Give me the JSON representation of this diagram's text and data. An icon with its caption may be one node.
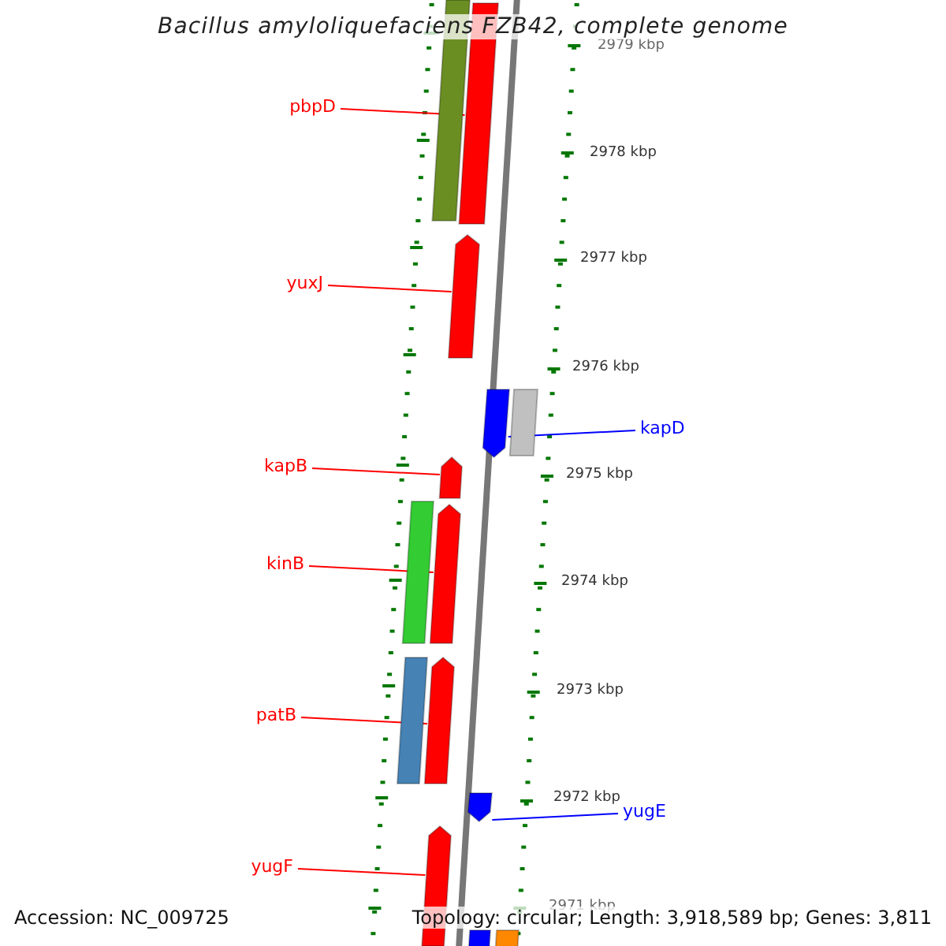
{
  "diagram": {
    "title": "Bacillus amyloliquefaciens FZB42, complete genome",
    "nodes": [
      {
        "text": [
          "pbpD"
        ]
      },
      {
        "text": [],
        "shape": "bar"
      },
      {
        "text": [
          "yuxJ"
        ]
      },
      {
        "text": [],
        "shape": "bar"
      },
      {
        "text": [
          "kapD"
        ]
      },
      {
        "text": [],
        "shape": "bar"
      },
      {
        "text": [
          "kapB"
        ]
      },
      {
        "text": [],
        "shape": "bar"
      },
      {
        "text": [
          "kinB"
        ]
      },
      {
        "text": [],
        "shape": "bar"
      },
      {
        "text": [
          "patB"
        ]
      },
      {
        "text": [],
        "shape": "bar"
      },
      {
        "text": [
          "yugE"
        ]
      },
      {
        "text": [],
        "shape": "bar"
      },
      {
        "text": [
          "yugF"
        ]
      },
      {
        "text": [],
        "shape": "bar"
      },
      {
        "text": [],
        "shape": "bar"
      },
      {
        "text": [],
        "shape": "bar"
      },
      {
        "text": [],
        "shape": "bar"
      },
      {
        "text": [],
        "shape": "bar"
      },
      {
        "text": [],
        "shape": "bar"
      },
      {
        "text": [],
        "shape": "bar"
      }
    ],
    "edges": [
      {
        "from": 0,
        "to": 1,
        "arrow": "none"
      },
      {
        "from": 2,
        "to": 3,
        "arrow": "none"
      },
      {
        "from": 4,
        "to": 5,
        "arrow": "none",
        "color": "#0000ff"
      },
      {
        "from": 6,
        "to": 7,
        "arrow": "none"
      },
      {
        "from": 8,
        "to": 9,
        "arrow": "none"
      },
      {
        "from": 10,
        "to": 11,
        "arrow": "none"
      },
      {
        "from": 12,
        "to": 13,
        "arrow": "none",
        "color": "#0000ff"
      },
      {
        "from": 14,
        "to": 15,
        "arrow": "none"
      }
    ],
    "labels": [
      "2979 kbp",
      "2978 kbp",
      "2977 kbp",
      "2976 kbp",
      "2975 kbp",
      "2974 kbp",
      "2973 kbp",
      "2972 kbp",
      "2971 kbp",
      "Accession: NC_009725",
      "Topology: circular; Length: 3,918,589 bp; Genes: 3,811"
    ]
  }
}
